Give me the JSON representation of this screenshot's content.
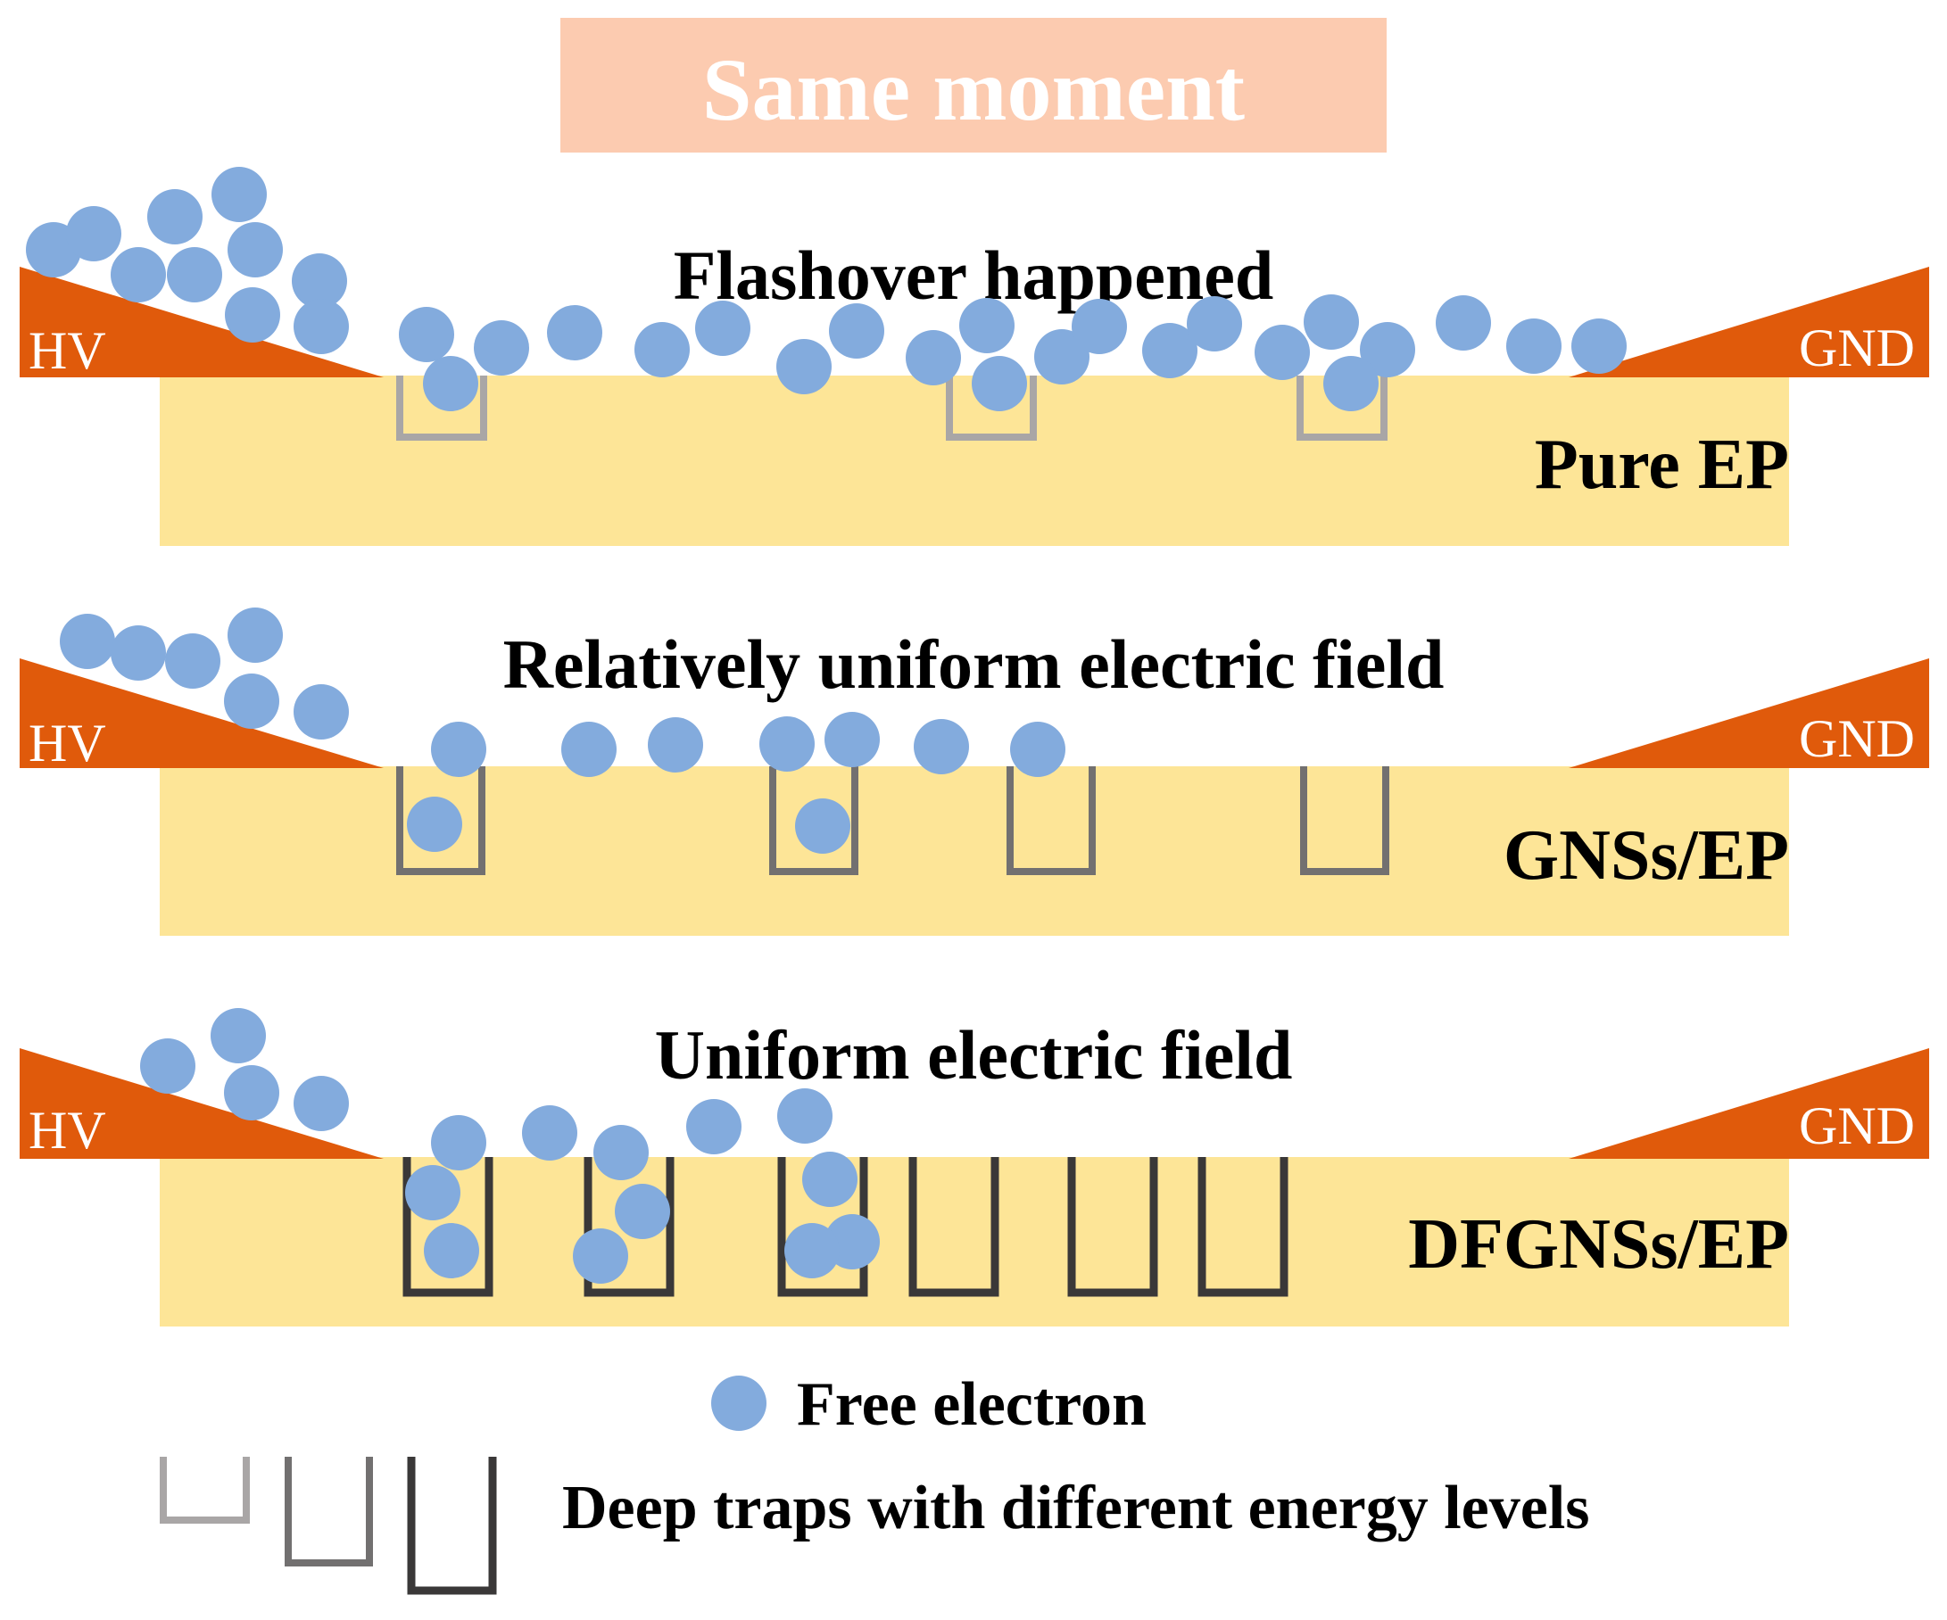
{
  "title": "Same moment",
  "colors": {
    "title_box": "#fccbb0",
    "electrode": "#e05a0b",
    "substrate": "#fde597",
    "electron": "#83abdd",
    "trap_light": "#a9a6a6",
    "trap_medium": "#727070",
    "trap_dark": "#3a3838"
  },
  "panels": [
    {
      "label": "Flashover happened",
      "material": "Pure EP",
      "hv": "HV",
      "gnd": "GND",
      "trap_level": "light"
    },
    {
      "label": "Relatively uniform electric field",
      "material": "GNSs/EP",
      "hv": "HV",
      "gnd": "GND",
      "trap_level": "medium"
    },
    {
      "label": "Uniform electric field",
      "material": "DFGNSs/EP",
      "hv": "HV",
      "gnd": "GND",
      "trap_level": "dark"
    }
  ],
  "legend": {
    "electron": "Free electron",
    "traps": "Deep traps with different energy levels"
  }
}
